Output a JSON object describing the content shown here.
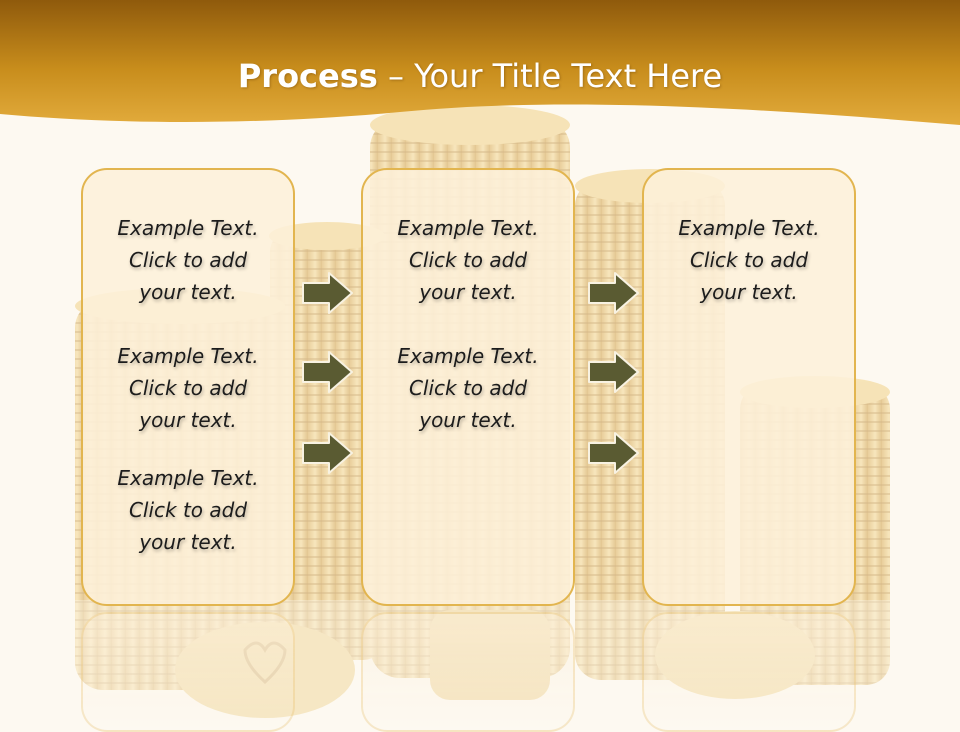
{
  "title": {
    "bold": "Process",
    "rest": " – Your Title Text Here"
  },
  "columns": [
    {
      "items": [
        {
          "line1": "Example Text.",
          "line2": "Click  to add",
          "line3": "your text."
        },
        {
          "line1": "Example Text.",
          "line2": "Click  to add",
          "line3": "your text."
        },
        {
          "line1": "Example Text.",
          "line2": "Click  to add",
          "line3": "your text."
        }
      ]
    },
    {
      "items": [
        {
          "line1": "Example Text.",
          "line2": "Click  to add",
          "line3": "your text."
        },
        {
          "line1": "Example Text.",
          "line2": "Click  to add",
          "line3": "your text."
        }
      ]
    },
    {
      "items": [
        {
          "line1": "Example Text.",
          "line2": "Click  to add",
          "line3": "your text."
        }
      ]
    }
  ],
  "colors": {
    "header": "#c88d1c",
    "box_border": "#e2b54f",
    "box_fill": "#fdf0da",
    "arrow_fill": "#5a5b32",
    "background": "#fdf9f1"
  }
}
